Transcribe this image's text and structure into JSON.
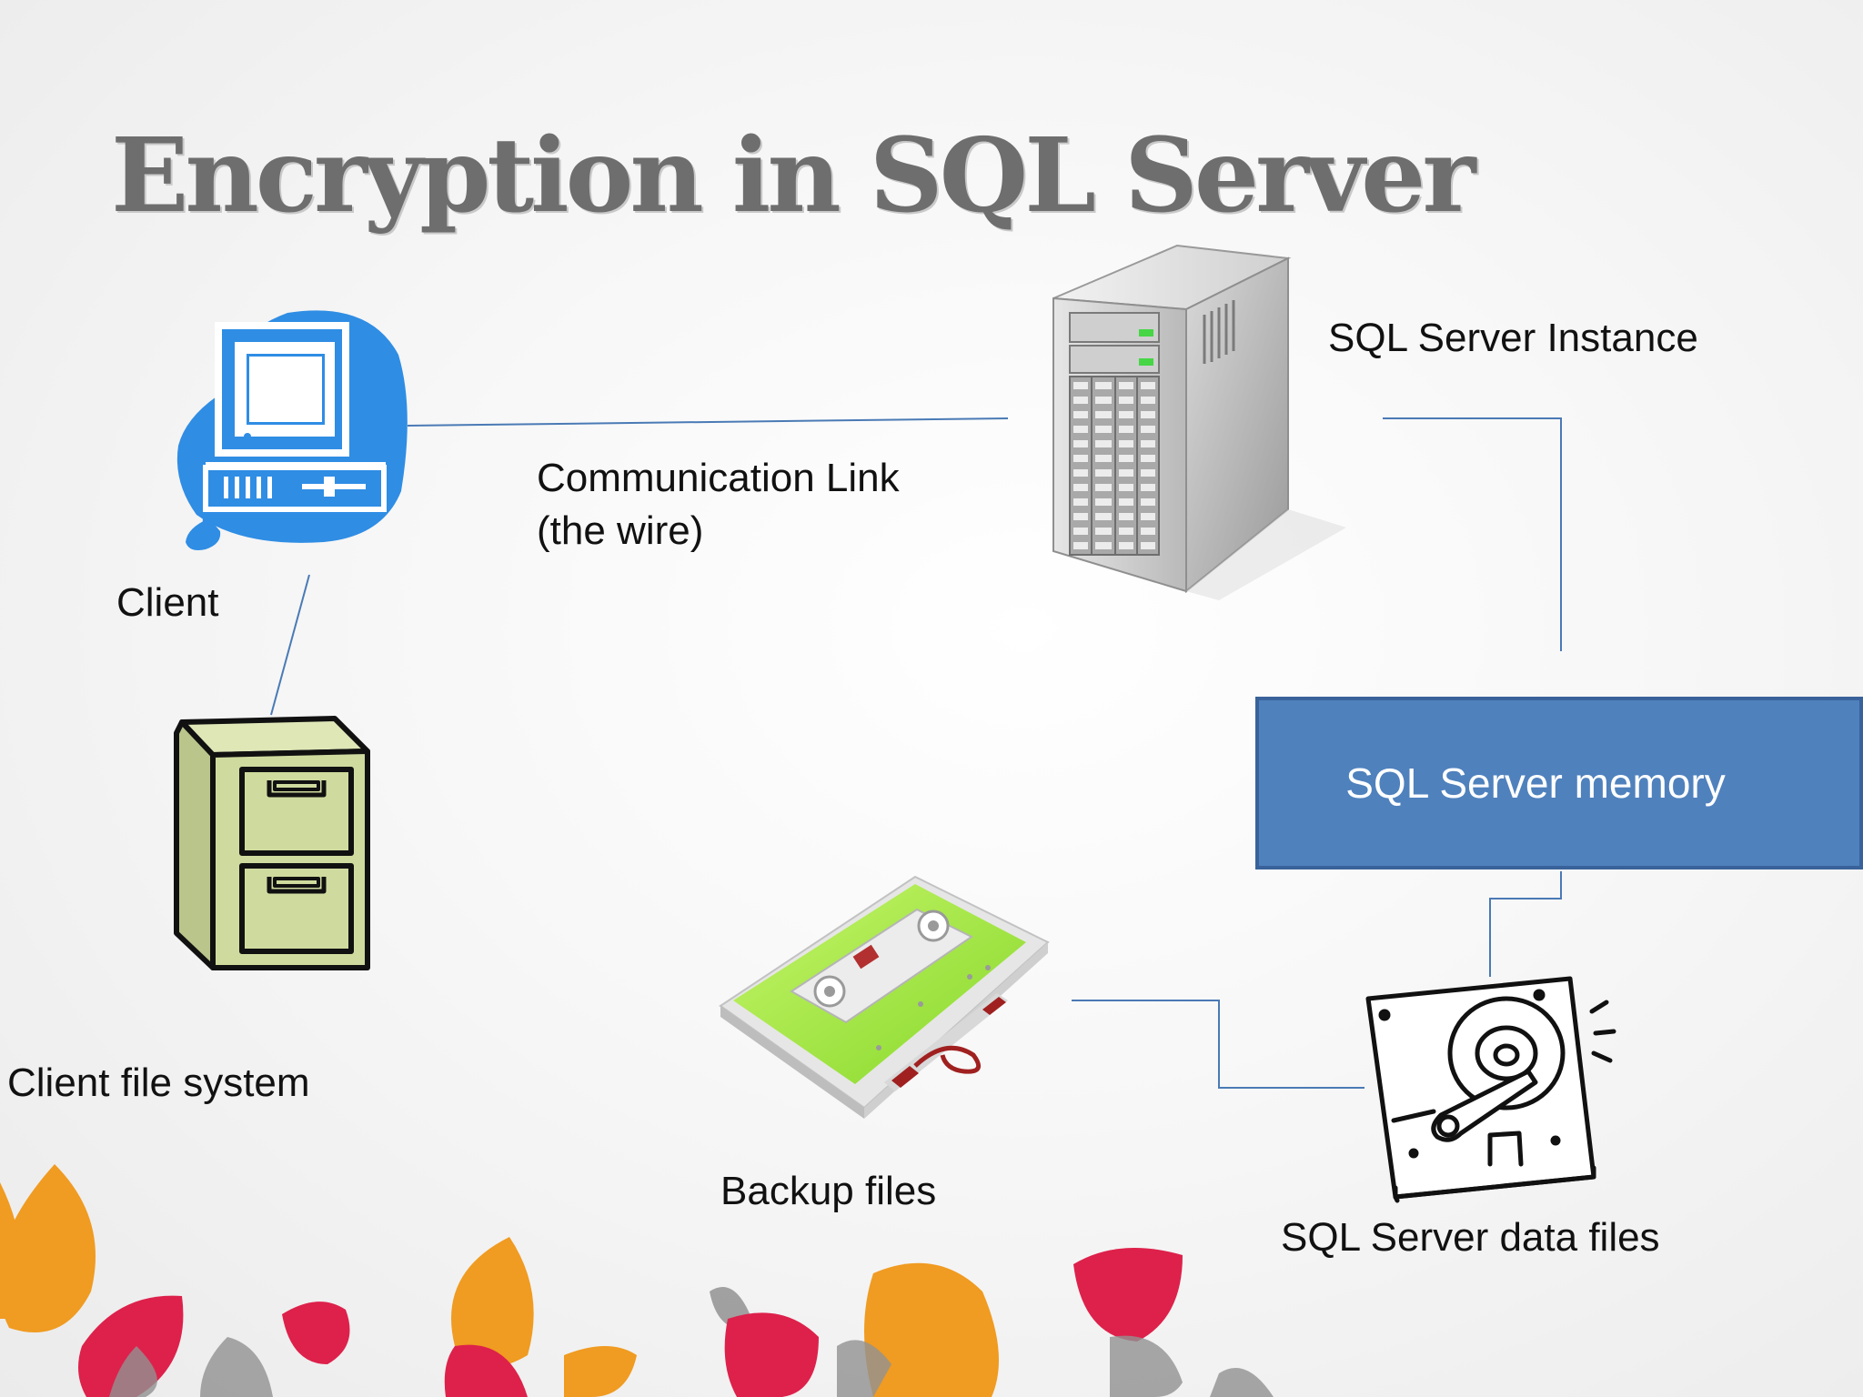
{
  "slide": {
    "title": "Encryption in SQL Server"
  },
  "nodes": {
    "client": "Client",
    "client_file_system": "Client file system",
    "sql_server_instance": "SQL Server Instance",
    "communication_link_line1": "Communication Link",
    "communication_link_line2": "(the wire)",
    "sql_server_memory": "SQL Server memory",
    "backup_files": "Backup files",
    "sql_server_data_files": "SQL Server data files"
  },
  "colors": {
    "connector": "#4a7ab5",
    "memory_box": "#4f81bd",
    "title": "#6e6e6e",
    "client_icon": "#2f8de4",
    "cabinet": "#cfdb9e",
    "tape_label": "#9be33c",
    "petal_orange": "#f0940f",
    "petal_red": "#dc0f3c",
    "petal_gray": "#8a8a8a"
  },
  "icons": [
    "computer-icon",
    "file-cabinet-icon",
    "server-tower-icon",
    "cassette-tape-icon",
    "hard-drive-icon"
  ]
}
